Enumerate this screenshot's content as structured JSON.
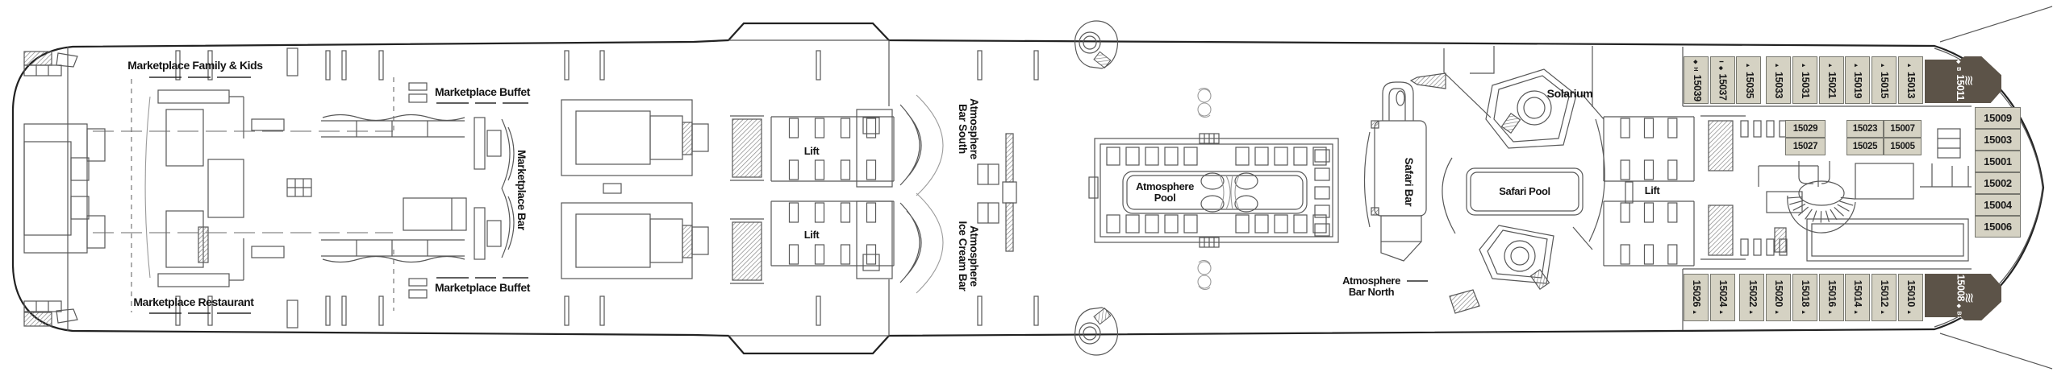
{
  "labels": {
    "marketplace_family_kids": "Marketplace Family & Kids",
    "marketplace_buffet_top": "Marketplace Buffet",
    "marketplace_bar": "Marketplace Bar",
    "marketplace_buffet_bottom": "Marketplace Buffet",
    "marketplace_restaurant": "Marketplace Restaurant",
    "lift_left_top": "Lift",
    "lift_left_bottom": "Lift",
    "atmosphere_bar_south": "Atmosphere\nBar South",
    "atmosphere_ice_cream_bar": "Atmosphere\nIce Cream Bar",
    "atmosphere_pool": "Atmosphere\nPool",
    "solarium": "Solarium",
    "safari_bar": "Safari Bar",
    "safari_pool": "Safari Pool",
    "atmosphere_bar_north": "Atmosphere\nBar North",
    "lift_right": "Lift"
  },
  "cabins": {
    "port_row": [
      {
        "number": "15039",
        "icons": [
          "diamond",
          "H"
        ]
      },
      {
        "number": "15037",
        "icons": [
          "connecting",
          "diamond"
        ]
      },
      {
        "number": "15035",
        "icons": [
          "triangle"
        ]
      },
      {
        "number": "15033",
        "icons": [
          "triangle"
        ]
      },
      {
        "number": "15031",
        "icons": [
          "triangle"
        ]
      },
      {
        "number": "15021",
        "icons": [
          "triangle"
        ]
      },
      {
        "number": "15019",
        "icons": [
          "triangle"
        ]
      },
      {
        "number": "15015",
        "icons": [
          "triangle"
        ]
      },
      {
        "number": "15013",
        "icons": [
          "triangle"
        ]
      }
    ],
    "port_suite": {
      "number": "15011",
      "icons": [
        "diamond",
        "B"
      ],
      "wave_icon": true
    },
    "starboard_row": [
      {
        "number": "15026",
        "icons": [
          "triangle"
        ]
      },
      {
        "number": "15024",
        "icons": [
          "triangle"
        ]
      },
      {
        "number": "15022",
        "icons": [
          "triangle"
        ]
      },
      {
        "number": "15020",
        "icons": [
          "triangle"
        ]
      },
      {
        "number": "15018",
        "icons": [
          "triangle"
        ]
      },
      {
        "number": "15016",
        "icons": [
          "triangle"
        ]
      },
      {
        "number": "15014",
        "icons": [
          "triangle"
        ]
      },
      {
        "number": "15012",
        "icons": [
          "triangle"
        ]
      },
      {
        "number": "15010",
        "icons": [
          "triangle"
        ]
      }
    ],
    "starboard_suite": {
      "number": "15008",
      "icons": [
        "diamond",
        "BS"
      ],
      "wave_icon": true
    },
    "bow_column": [
      "15009",
      "15003",
      "15001",
      "15002",
      "15004",
      "15006"
    ],
    "inner_cabin_pairs": [
      [
        "15029",
        "15027"
      ],
      [
        "15023",
        "15025"
      ],
      [
        "15007",
        "15005"
      ]
    ]
  },
  "colors": {
    "cabin_fill": "#d5d2c3",
    "suite_fill": "#5c5348",
    "cabin_border": "#77776f",
    "hull_outline": "#222222",
    "wall": "#585858"
  }
}
